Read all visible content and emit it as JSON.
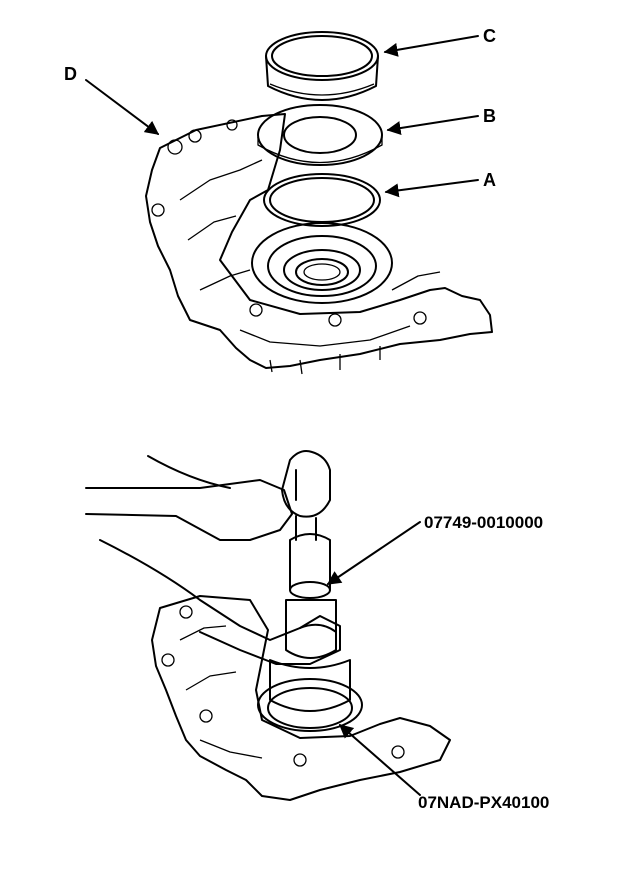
{
  "figure_top": {
    "labels": {
      "c": "C",
      "b": "B",
      "a": "A",
      "d": "D"
    }
  },
  "figure_bottom": {
    "labels": {
      "tool_driver": "07749-0010000",
      "tool_attachment": "07NAD-PX40100"
    }
  },
  "colors": {
    "ink": "#000000",
    "paper": "#ffffff"
  }
}
